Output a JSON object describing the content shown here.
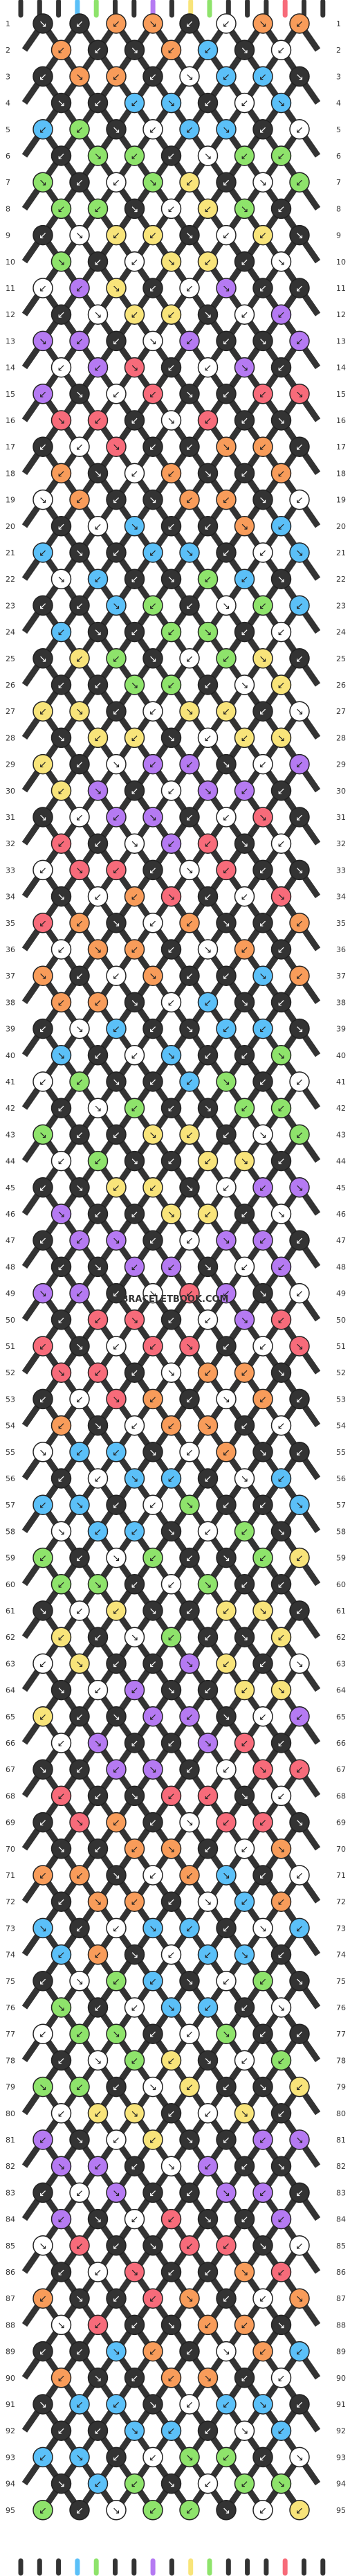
{
  "watermark": "BRACELETBOOK.COM",
  "pattern": {
    "strings": 16,
    "rows": 95,
    "knot_arrow": "↙ / ↘",
    "background": "#ffffff",
    "string_colors_top": [
      "#333333",
      "#333333",
      "#333333",
      "#5bc0f8",
      "#8ee36b",
      "#333333",
      "#333333",
      "#b57af2",
      "#333333",
      "#f8e47a",
      "#8ee36b",
      "#333333",
      "#333333",
      "#333333",
      "#f76b7a",
      "#333333",
      "#333333"
    ],
    "palette": {
      "dark": "#333333",
      "white": "#ffffff",
      "blue": "#5bc0f8",
      "green": "#8ee36b",
      "yellow": "#f8e47a",
      "purple": "#b57af2",
      "red": "#f76b7a",
      "orange": "#f89c5a"
    }
  },
  "row_labels": [
    "1",
    "2",
    "3",
    "4",
    "5",
    "6",
    "7",
    "8",
    "9",
    "10",
    "11",
    "12",
    "13",
    "14",
    "15",
    "16",
    "17",
    "18",
    "19",
    "20",
    "21",
    "22",
    "23",
    "24",
    "25",
    "26",
    "27",
    "28",
    "29",
    "30",
    "31",
    "32",
    "33",
    "34",
    "35",
    "36",
    "37",
    "38",
    "39",
    "40",
    "41",
    "42",
    "43",
    "44",
    "45",
    "46",
    "47",
    "48",
    "49",
    "50",
    "51",
    "52",
    "53",
    "54",
    "55",
    "56",
    "57",
    "58",
    "59",
    "60",
    "61",
    "62",
    "63",
    "64",
    "65",
    "66",
    "67",
    "68",
    "69",
    "70",
    "71",
    "72",
    "73",
    "74",
    "75",
    "76",
    "77",
    "78",
    "79",
    "80",
    "81",
    "82",
    "83",
    "84",
    "85",
    "86",
    "87",
    "88",
    "89",
    "90",
    "91",
    "92",
    "93",
    "94",
    "95"
  ]
}
